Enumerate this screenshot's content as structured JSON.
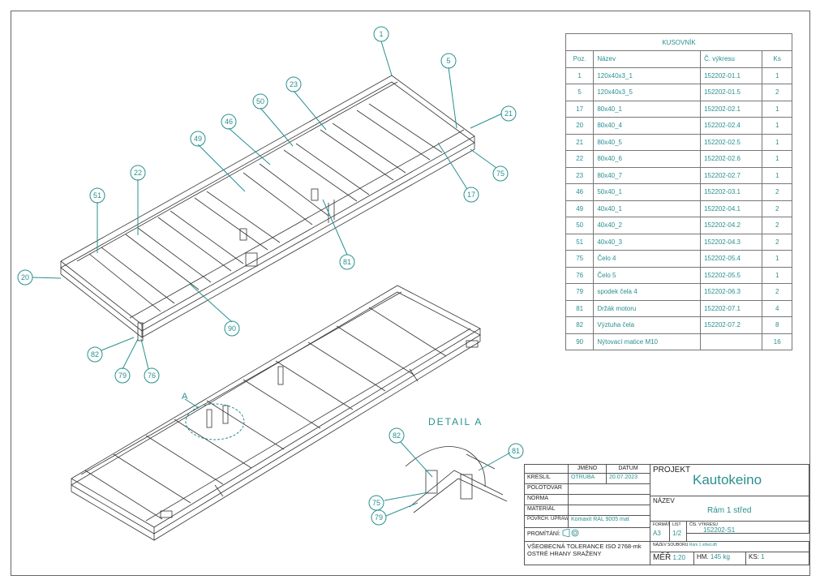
{
  "bom": {
    "title": "KUSOVNÍK",
    "headers": [
      "Poz.",
      "Název",
      "Č. výkresu",
      "Ks"
    ],
    "rows": [
      [
        "1",
        "120x40x3_1",
        "152202-01.1",
        "1"
      ],
      [
        "5",
        "120x40x3_5",
        "152202-01.5",
        "2"
      ],
      [
        "17",
        "80x40_1",
        "152202-02.1",
        "1"
      ],
      [
        "20",
        "80x40_4",
        "152202-02.4",
        "1"
      ],
      [
        "21",
        "80x40_5",
        "152202-02.5",
        "1"
      ],
      [
        "22",
        "80x40_6",
        "152202-02.6",
        "1"
      ],
      [
        "23",
        "80x40_7",
        "152202-02.7",
        "1"
      ],
      [
        "46",
        "50x40_1",
        "152202-03.1",
        "2"
      ],
      [
        "49",
        "40x40_1",
        "152202-04.1",
        "2"
      ],
      [
        "50",
        "40x40_2",
        "152202-04.2",
        "2"
      ],
      [
        "51",
        "40x40_3",
        "152202-04.3",
        "2"
      ],
      [
        "75",
        "Čelo 4",
        "152202-05.4",
        "1"
      ],
      [
        "76",
        "Čelo 5",
        "152202-05.5",
        "1"
      ],
      [
        "79",
        "spodek čela 4",
        "152202-06.3",
        "2"
      ],
      [
        "81",
        "Držák motoru",
        "152202-07.1",
        "4"
      ],
      [
        "82",
        "Výztuha čela",
        "152202-07.2",
        "8"
      ],
      [
        "90",
        "Nýtovací matice M10",
        "",
        "16"
      ]
    ]
  },
  "balloons_top": [
    "1",
    "5",
    "21",
    "23",
    "50",
    "46",
    "49",
    "22",
    "51",
    "20",
    "75",
    "17",
    "81",
    "90",
    "82",
    "79",
    "76"
  ],
  "balloons_detail": [
    "82",
    "81",
    "75",
    "79"
  ],
  "section_label": "A",
  "detail_label": "DETAIL A",
  "title_block": {
    "col_jmeno": "JMÉNO",
    "col_datum": "DATUM",
    "kreslil_label": "KRESLIL",
    "kreslil_name": "OTRUBA",
    "kreslil_date": "20.07.2023",
    "polotovar_label": "POLOTOVAR",
    "norma_label": "NORMA",
    "material_label": "MATERIÁL",
    "povrch_label": "POVRCH. ÚPRAVA",
    "povrch_value": "Komaxit RAL 9005 mat",
    "promitani_label": "PROMÍTÁNÍ:",
    "tolerance_line1": "VŠEOBECNÁ TOLERANCE ISO 2768-mk",
    "tolerance_line2": "OSTRÉ HRANY SRAŽENY",
    "projekt_label": "PROJEKT",
    "projekt_value": "Kautokeino",
    "nazev_label": "NÁZEV",
    "nazev_value": "Rám 1 střed",
    "format_label": "FORMÁT",
    "format_value": "A3",
    "list_label": "LIST",
    "list_value": "1/2",
    "cislo_label": "ČÍS. VÝKRESU",
    "cislo_value": "152202-S1",
    "soubor_label": "NÁZEV SOUBORU",
    "soubor_value": "Rám 1 střed.dft",
    "meritko_label": "MĚŘ",
    "meritko_value": "1:20",
    "hmotnost_label": "HM.",
    "hmotnost_value": "145 kg",
    "ks_label": "KS:",
    "ks_value": "1"
  }
}
